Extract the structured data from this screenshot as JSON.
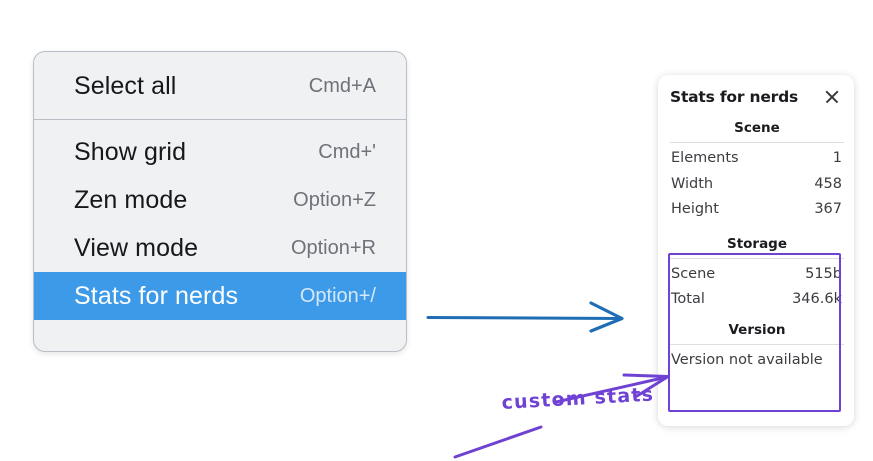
{
  "menu": {
    "groups": [
      {
        "items": [
          {
            "label": "Select all",
            "shortcut": "Cmd+A",
            "selected": false
          }
        ]
      },
      {
        "items": [
          {
            "label": "Show grid",
            "shortcut": "Cmd+'",
            "selected": false
          },
          {
            "label": "Zen mode",
            "shortcut": "Option+Z",
            "selected": false
          },
          {
            "label": "View mode",
            "shortcut": "Option+R",
            "selected": false
          },
          {
            "label": "Stats for nerds",
            "shortcut": "Option+/",
            "selected": true
          }
        ]
      }
    ],
    "item_0_0_label": "Select all",
    "item_0_0_shortcut": "Cmd+A",
    "item_1_0_label": "Show grid",
    "item_1_0_shortcut": "Cmd+'",
    "item_1_1_label": "Zen mode",
    "item_1_1_shortcut": "Option+Z",
    "item_1_2_label": "View mode",
    "item_1_2_shortcut": "Option+R",
    "item_1_3_label": "Stats for nerds",
    "item_1_3_shortcut": "Option+/"
  },
  "stats_panel": {
    "title": "Stats for nerds",
    "close_icon": "close-icon",
    "scene": {
      "heading": "Scene",
      "rows": [
        {
          "label": "Elements",
          "value": "1"
        },
        {
          "label": "Width",
          "value": "458"
        },
        {
          "label": "Height",
          "value": "367"
        }
      ],
      "row_0_label": "Elements",
      "row_0_value": "1",
      "row_1_label": "Width",
      "row_1_value": "458",
      "row_2_label": "Height",
      "row_2_value": "367"
    },
    "storage": {
      "heading": "Storage",
      "rows": [
        {
          "label": "Scene",
          "value": "515b"
        },
        {
          "label": "Total",
          "value": "346.6k"
        }
      ],
      "row_0_label": "Scene",
      "row_0_value": "515b",
      "row_1_label": "Total",
      "row_1_value": "346.6k"
    },
    "version": {
      "heading": "Version",
      "text": "Version not available"
    }
  },
  "annotations": {
    "label": "custom stats",
    "arrow_blue_color": "#1f6eb5",
    "arrow_purple_color": "#6f42d4",
    "highlight_color": "#6f42d4"
  },
  "colors": {
    "menu_background": "#f0f1f3",
    "menu_border": "#b9bec6",
    "selected_item": "#3d9ae8",
    "shortcut_text": "#6e7279",
    "panel_background": "#ffffff",
    "accent_purple": "#6f42d4",
    "accent_blue": "#1f6eb5"
  }
}
